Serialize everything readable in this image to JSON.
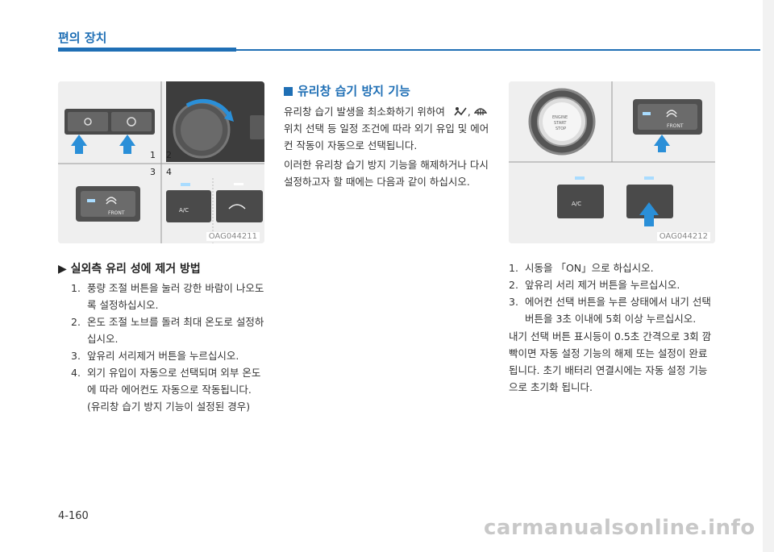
{
  "header": {
    "title": "편의 장치"
  },
  "figure_left": {
    "code": "OAG044211",
    "labels": [
      "1",
      "2",
      "3",
      "4"
    ],
    "button_texts": {
      "front": "FRONT",
      "ac": "A/C"
    }
  },
  "figure_right": {
    "code": "OAG044212",
    "button_texts": {
      "engine": "ENGINE START STOP",
      "front": "FRONT",
      "ac": "A/C"
    }
  },
  "left_section": {
    "title": "▶ 실외측 유리 성에 제거 방법",
    "items": [
      {
        "num": "1.",
        "text": "풍량 조절 버튼을 눌러 강한 바람이 나오도록 설정하십시오."
      },
      {
        "num": "2.",
        "text": "온도 조절 노브를 돌려 최대 온도로 설정하십시오."
      },
      {
        "num": "3.",
        "text": "앞유리 서리제거 버튼을 누르십시오."
      },
      {
        "num": "4.",
        "text": "외기 유입이 자동으로 선택되며 외부 온도에 따라 에어컨도 자동으로 작동됩니다. (유리창 습기 방지 기능이 설정된 경우)"
      }
    ]
  },
  "middle_section": {
    "title": "유리창 습기 방지 기능",
    "para1_a": "유리창 습기 발생을 최소화하기 위하여",
    "para1_b": ",",
    "para1_c": "위치 선택 등 일정 조건에 따라 외기 유입 및 에어컨 작동이 자동으로 선택됩니다.",
    "para2": "이러한 유리창 습기 방지 기능을 해제하거나 다시 설정하고자 할 때에는 다음과 같이 하십시오."
  },
  "right_section": {
    "items": [
      {
        "num": "1.",
        "text": "시동을 「ON」으로 하십시오."
      },
      {
        "num": "2.",
        "text": "앞유리 서리 제거 버튼을 누르십시오."
      },
      {
        "num": "3.",
        "text": "에어컨 선택 버튼을 누른 상태에서 내기 선택 버튼을 3초 이내에 5회 이상 누르십시오."
      }
    ],
    "para": "내기 선택 버튼 표시등이 0.5초 간격으로 3회 깜빡이면 자동 설정 기능의 해제 또는 설정이 완료됩니다. 초기 배터리 연결시에는 자동 설정 기능으로 초기화 됩니다."
  },
  "page_number": "4-160",
  "watermark": "carmanualsonline.info",
  "colors": {
    "accent": "#1f6fb5",
    "arrow": "#2a8fd8"
  }
}
